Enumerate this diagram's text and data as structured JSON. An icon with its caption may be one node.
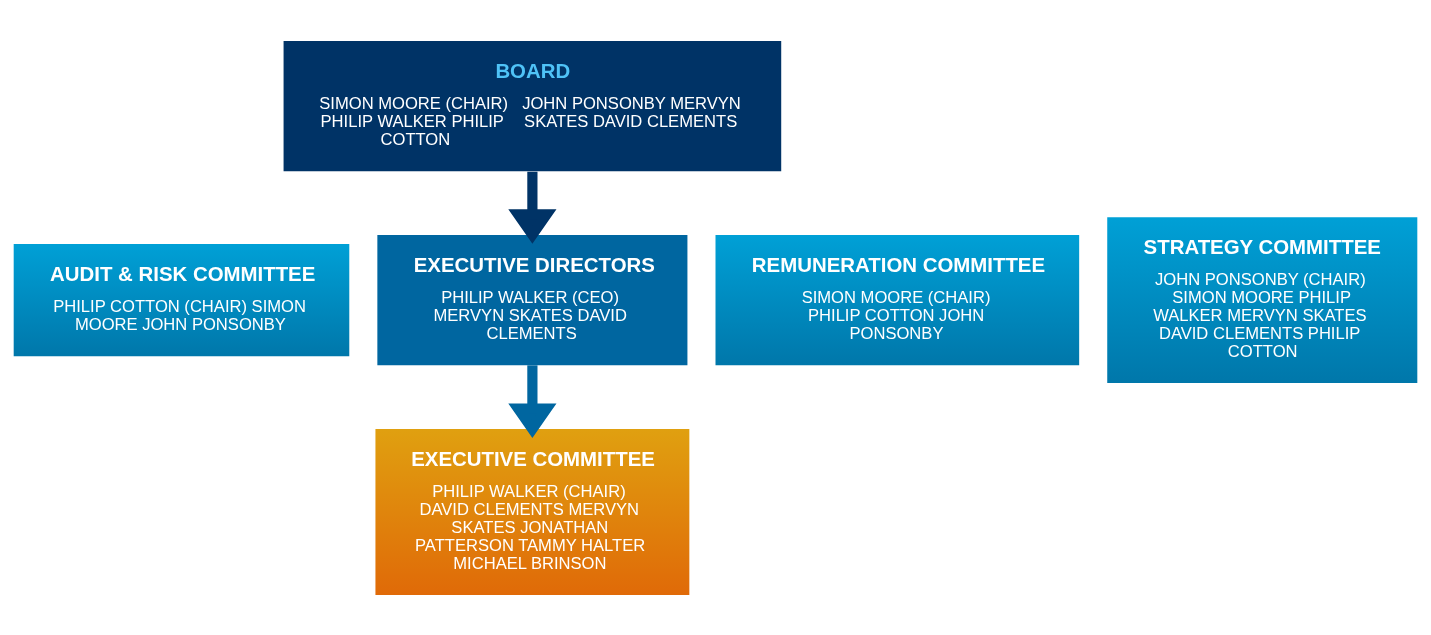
{
  "diagram": {
    "nodes": [
      {
        "text": [
          "BOARD",
          "SIMON MOORE (CHAIR) PHILIP WALKER PHILIP COTTON",
          "JOHN PONSONBY MERVYN SKATES DAVID CLEMENTS"
        ]
      },
      {
        "text": [
          "AUDIT & RISK COMMITTEE",
          "PHILIP COTTON (CHAIR) SIMON MOORE JOHN PONSONBY"
        ]
      },
      {
        "text": [
          "EXECUTIVE DIRECTORS",
          "PHILIP WALKER (CEO) MERVYN SKATES DAVID CLEMENTS"
        ]
      },
      {
        "text": [
          "REMUNERATION COMMITTEE",
          "SIMON MOORE (CHAIR) PHILIP COTTON JOHN PONSONBY"
        ]
      },
      {
        "text": [
          "STRATEGY COMMITTEE",
          "JOHN PONSONBY (CHAIR) SIMON MOORE PHILIP WALKER MERVYN SKATES DAVID CLEMENTS PHILIP COTTON"
        ]
      },
      {
        "text": [
          "EXECUTIVE COMMITTEE",
          "PHILIP WALKER (CHAIR) DAVID CLEMENTS MERVYN SKATES JONATHAN PATTERSON TAMMY HALTER MICHAEL BRINSON"
        ]
      }
    ],
    "edges": [
      {
        "from": 0,
        "to": 2,
        "arrow": "to",
        "color": "#003366"
      },
      {
        "from": 2,
        "to": 5,
        "arrow": "to",
        "color": "#0066a0"
      }
    ]
  }
}
